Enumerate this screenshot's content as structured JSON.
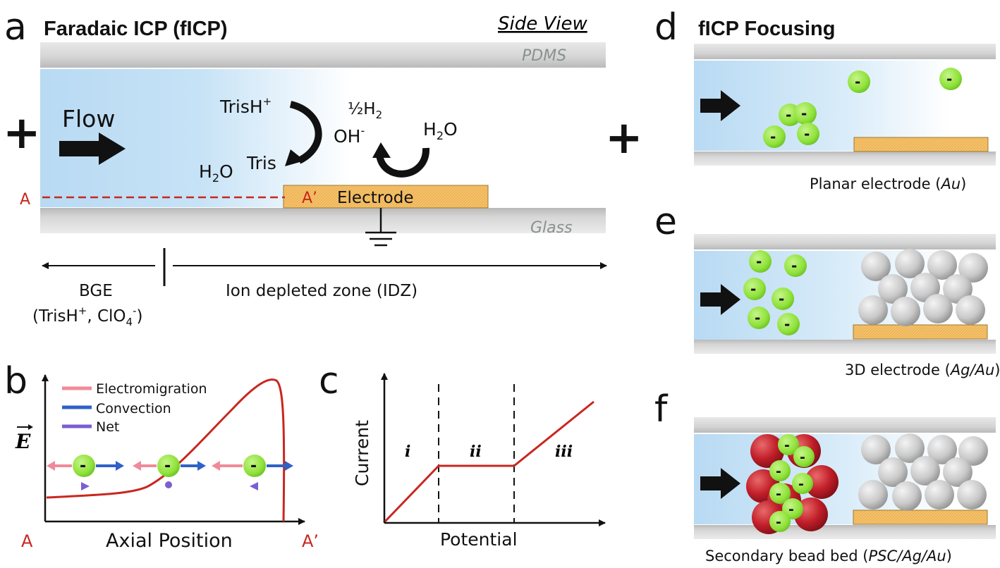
{
  "panel_a": {
    "letter": "a",
    "title": "Faradaic ICP (fICP)",
    "side_view": "Side View",
    "pdms": "PDMS",
    "glass": "Glass",
    "flow": "Flow",
    "plus": "+",
    "trish": "TrisH",
    "plus_sup": "+",
    "half_h2": "½H",
    "sub2": "2",
    "oh": "OH",
    "minus_sup": "-",
    "h2o_label": "H",
    "o": "O",
    "tris": "Tris",
    "electrode": "Electrode",
    "a": "A",
    "a_prime": "A’",
    "bge": "BGE",
    "bge_paren_open": "(TrisH",
    "bge_mid": ", ClO",
    "sub4": "4",
    "bge_close": ")",
    "idz": "Ion depleted zone (IDZ)"
  },
  "panel_b": {
    "letter": "b",
    "ylabel": "E",
    "xlabel": "Axial Position",
    "a": "A",
    "a_prime": "A’",
    "legend": [
      "Electromigration",
      "Convection",
      "Net"
    ],
    "ion_sign": "-"
  },
  "panel_c": {
    "letter": "c",
    "ylabel": "Current",
    "xlabel": "Potential",
    "regions": [
      "i",
      "ii",
      "iii"
    ]
  },
  "panel_d": {
    "letter": "d",
    "title": "fICP Focusing",
    "caption_pre": "Planar electrode (",
    "caption_it": "Au",
    "caption_post": ")"
  },
  "panel_e": {
    "letter": "e",
    "caption_pre": "3D electrode (",
    "caption_it": "Ag/Au",
    "caption_post": ")"
  },
  "panel_f": {
    "letter": "f",
    "caption_pre": "Secondary bead bed (",
    "caption_it": "PSC/Ag/Au",
    "caption_post": ")"
  },
  "colors": {
    "electrode": "#f5c26b",
    "accent_red": "#c8271f",
    "ion_green": "#8fe23a",
    "electromigration": "#f08a9a",
    "convection": "#2f62c8",
    "net": "#7a5fd0"
  }
}
